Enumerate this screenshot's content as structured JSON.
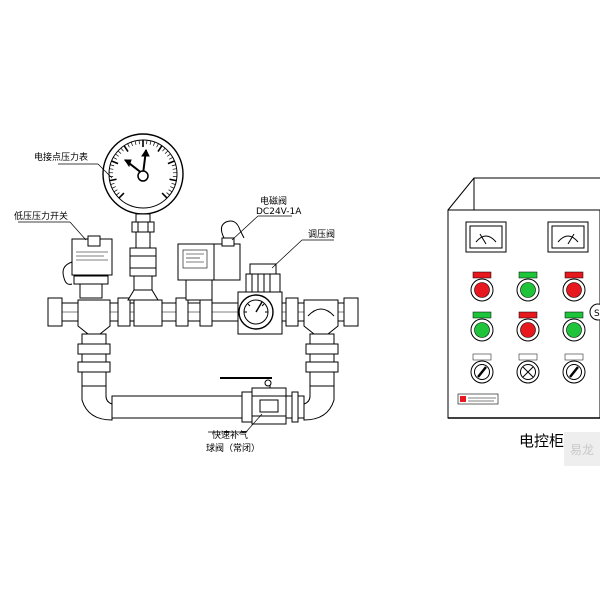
{
  "labels": {
    "pressure_gauge": "电接点压力表",
    "low_pressure_switch": "低压压力开关",
    "solenoid_valve": "电磁阀",
    "solenoid_voltage": "DC24V-1A",
    "regulator_valve": "调压阀",
    "quick_fill_line1": "快速补气",
    "quick_fill_line2": "球阀（常闭）",
    "cabinet_title": "电控柜",
    "cabinet_side_mark": "S",
    "watermark": "易龙"
  },
  "colors": {
    "line": "#000000",
    "lamp_red": "#e8191e",
    "lamp_green": "#1fc43a",
    "background": "#ffffff"
  },
  "cabinet": {
    "lamp_rows": [
      [
        "red",
        "green",
        "red"
      ],
      [
        "green",
        "red",
        "green"
      ]
    ],
    "switch_row": [
      "selector-switch",
      "cross-switch",
      "selector-switch"
    ]
  }
}
